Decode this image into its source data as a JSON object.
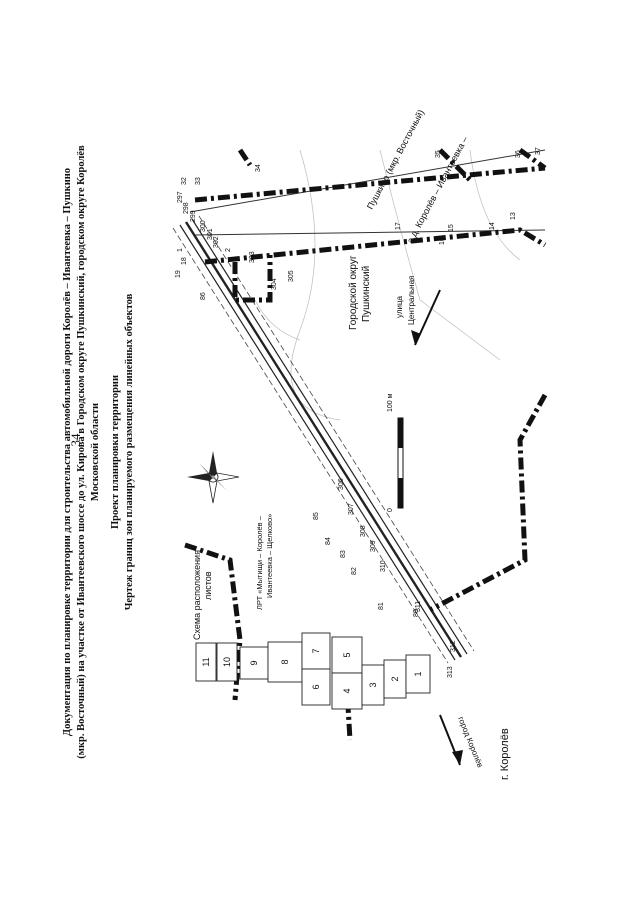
{
  "page_number": "34",
  "title_lines": [
    "Документация по планировке территории для строительства автомобильной дороги Королёв – Ивантеевка – Пушкино",
    "(мкр. Восточный) на участке от Ивантеевского шоссе до ул. Кирова в Городском округе Пушкинский, городском округе Королёв",
    "Московской области"
  ],
  "subtitle_lines": [
    "Проект планировки территории",
    "Чертеж границ зон планируемого размещения линейных объектов"
  ],
  "map": {
    "road_label": "а.д. Королёв – Ивантеевка –",
    "road_label_2": "Пушкино (мкр. Восточный)",
    "district_label": "Городской округ",
    "district_label_2": "Пушкинский",
    "street_label": "улица",
    "street_label_2": "Центральная",
    "lrt_label": "ЛРТ «Мытищи – Королёв –",
    "lrt_label_2": "Ивантеевка – Щелково»",
    "city_label": "г. Королёв",
    "towards_label": "город Королёв",
    "scheme_title": "Схема расположения",
    "scheme_title_2": "листов",
    "scale_zero": "0",
    "scale_max": "100 м",
    "sheet_numbers": [
      "11",
      "10",
      "9",
      "8",
      "7",
      "6",
      "5",
      "4",
      "3",
      "2",
      "1"
    ],
    "boundary_numbers": [
      "297",
      "298",
      "299",
      "300",
      "301",
      "302",
      "303",
      "304",
      "305",
      "306",
      "307",
      "308",
      "309",
      "310",
      "311",
      "312",
      "313"
    ],
    "picket_numbers": [
      "32",
      "33",
      "34",
      "35",
      "36",
      "37",
      "18",
      "19",
      "13",
      "14",
      "15",
      "16",
      "17",
      "1",
      "2",
      "80",
      "81",
      "82",
      "83",
      "84",
      "85",
      "86"
    ]
  }
}
